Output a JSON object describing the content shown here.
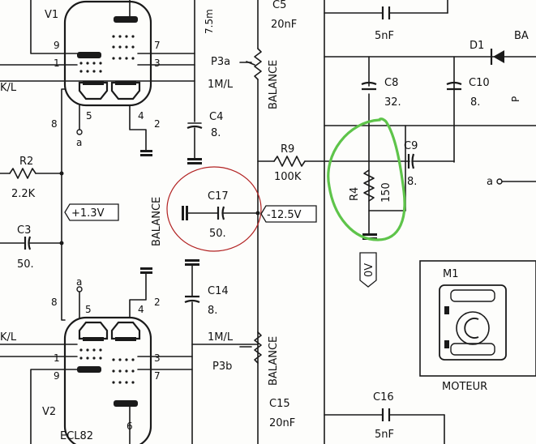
{
  "tubes": {
    "top": "V1",
    "bottom": "V2",
    "type": "ECL82"
  },
  "pins": {
    "v1_9": "9",
    "v1_1": "1",
    "v1_7": "7",
    "v1_3": "3",
    "v1_8": "8",
    "v1_5": "5",
    "v1_4": "4",
    "v1_2": "2",
    "v1_a": "a",
    "v2_8": "8",
    "v2_5": "5",
    "v2_4": "4",
    "v2_2": "2",
    "v2_a": "a",
    "v2_1": "1",
    "v2_9": "9",
    "v2_3": "3",
    "v2_7": "7",
    "v2_6": "6"
  },
  "left": {
    "kl_top": "K/L",
    "kl_bottom": "K/L"
  },
  "resistors": {
    "r2_name": "R2",
    "r2_value": "2.2K",
    "r9_name": "R9",
    "r9_value": "100K",
    "r4_name": "R4",
    "r4_value": "150"
  },
  "capacitors": {
    "c3_name": "C3",
    "c3_value": "50.",
    "c4_name": "C4",
    "c4_value": "8.",
    "c5_name": "C5",
    "c5_value": "20nF",
    "c17_name": "C17",
    "c17_value": "50.",
    "c14_name": "C14",
    "c14_value": "8.",
    "c15_name": "C15",
    "c15_value": "20nF",
    "c8_name": "C8",
    "c8_value": "32.",
    "c10_name": "C10",
    "c10_value": "8.",
    "c9_name": "C9",
    "c9_value": "8.",
    "c16_name": "C16",
    "c16_value": "5nF",
    "top_cap_value": "5nF"
  },
  "pots": {
    "p3a": "P3a",
    "p3b": "P3b",
    "p3a_value": "1M/L",
    "p3b_value": "1M/L",
    "balance_a": "BALANCE",
    "balance_b": "BALANCE",
    "balance_mid": "BALANCE",
    "top_partial": "7.5m"
  },
  "voltages": {
    "v_plus": "+1.3V",
    "v_minus": "-12.5V",
    "v_zero": "0V"
  },
  "diode": {
    "name": "D1",
    "partial_label": "BA"
  },
  "motor": {
    "name": "M1",
    "label": "MOTEUR"
  },
  "edge": {
    "right_letter": "a",
    "right_partial": "P"
  },
  "colors": {
    "ink": "#1a1a1a",
    "annotation_green": "#5ec44a",
    "annotation_red": "#b22222"
  }
}
